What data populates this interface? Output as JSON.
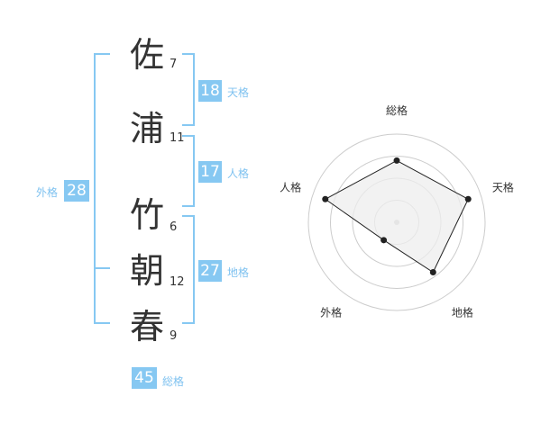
{
  "name": {
    "chars": [
      {
        "char": "佐",
        "strokes": "7"
      },
      {
        "char": "浦",
        "strokes": "11"
      },
      {
        "char": "竹",
        "strokes": "6"
      },
      {
        "char": "朝",
        "strokes": "12"
      },
      {
        "char": "春",
        "strokes": "9"
      }
    ]
  },
  "kakusu": {
    "tenkaku": {
      "value": "18",
      "label": "天格"
    },
    "jinkaku": {
      "value": "17",
      "label": "人格"
    },
    "chikaku": {
      "value": "27",
      "label": "地格"
    },
    "gaikaku": {
      "value": "28",
      "label": "外格"
    },
    "soukaku": {
      "value": "45",
      "label": "総格"
    }
  },
  "chart_data": {
    "type": "radar",
    "axes": [
      "総格",
      "天格",
      "地格",
      "外格",
      "人格"
    ],
    "values": [
      0.7,
      0.85,
      0.7,
      0.25,
      0.85
    ],
    "max": 1,
    "rings": 4,
    "colors": {
      "fill": "#eeeeee",
      "ring": "#cccccc",
      "line": "#222222",
      "point": "#222222",
      "center": "#cccccc"
    }
  }
}
